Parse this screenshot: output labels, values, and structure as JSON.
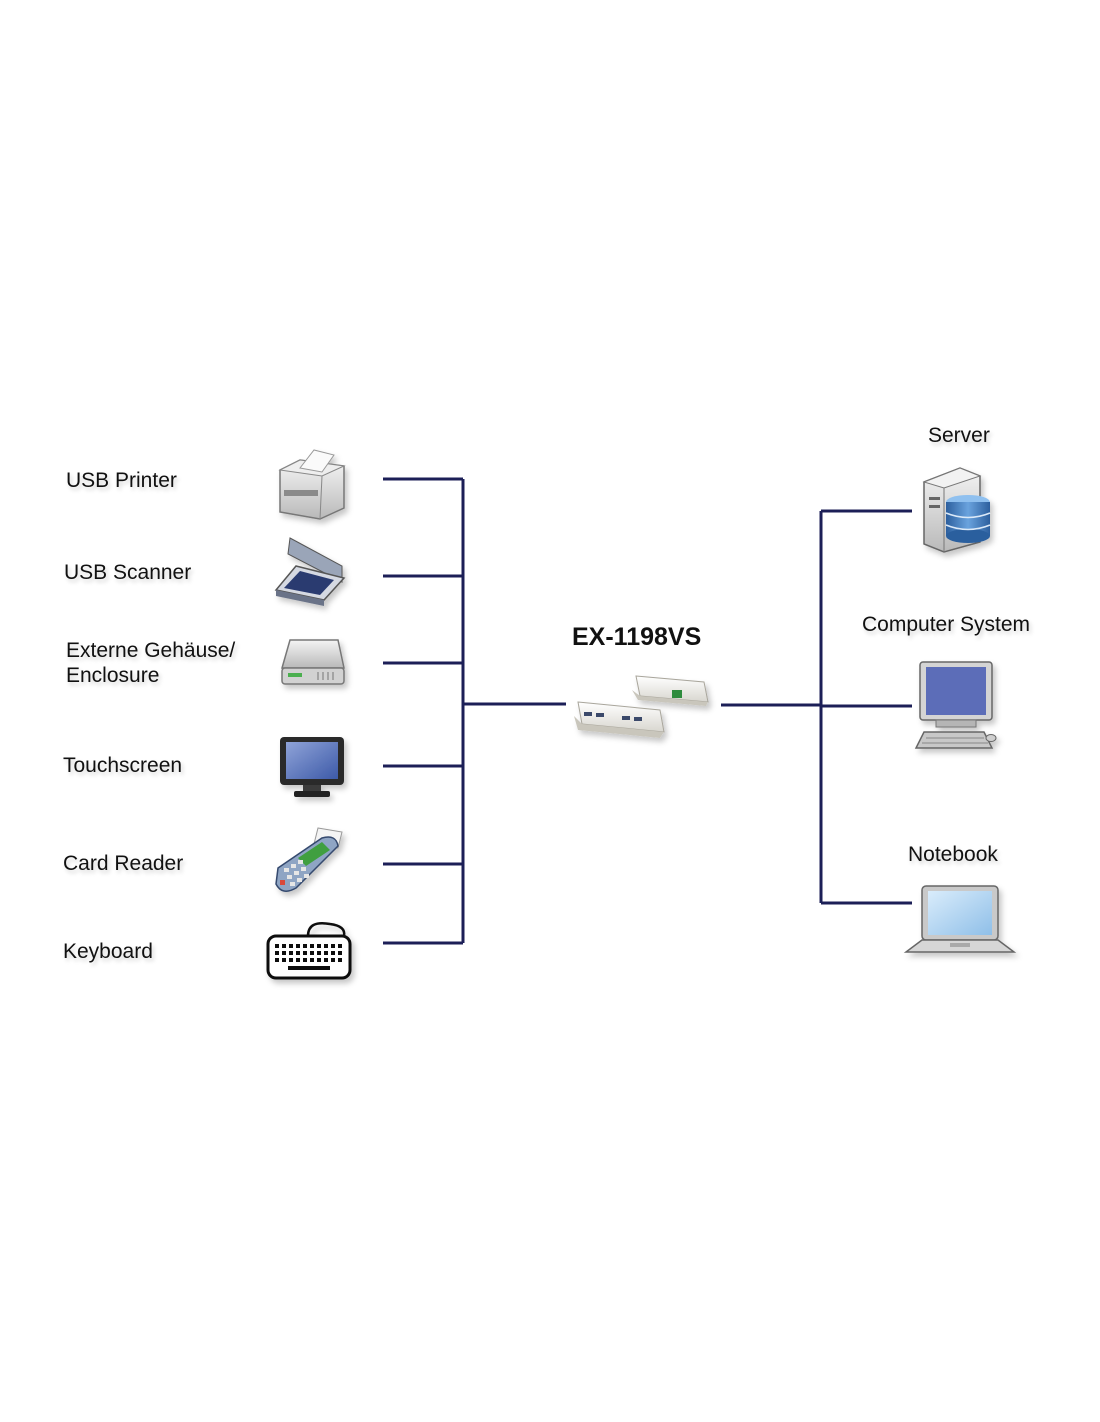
{
  "hub": {
    "name": "EX-1198VS"
  },
  "devices": [
    {
      "label": "USB Printer",
      "icon": "printer-icon"
    },
    {
      "label": "USB Scanner",
      "icon": "scanner-icon"
    },
    {
      "label": "Externe Gehäuse/",
      "label_line2": "Enclosure",
      "icon": "hard-drive-icon"
    },
    {
      "label": "Touchscreen",
      "icon": "touchscreen-icon"
    },
    {
      "label": "Card Reader",
      "icon": "card-reader-icon"
    },
    {
      "label": "Keyboard",
      "icon": "keyboard-icon"
    }
  ],
  "hosts": [
    {
      "label": "Server",
      "icon": "server-icon"
    },
    {
      "label": "Computer System",
      "icon": "desktop-computer-icon"
    },
    {
      "label": "Notebook",
      "icon": "notebook-icon"
    }
  ],
  "colors": {
    "line": "#1c1f57",
    "text": "#111111"
  }
}
